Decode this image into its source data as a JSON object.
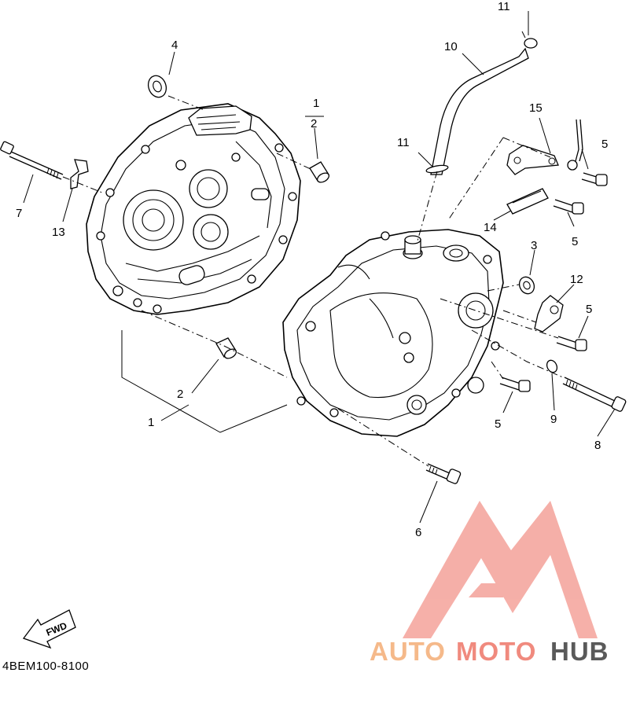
{
  "diagram": {
    "drawing_code": "4BEM100-8100",
    "fwd_label": "FWD",
    "callouts": {
      "c1a": "1",
      "c2a": "2",
      "c1b": "1",
      "c2b": "2",
      "c3": "3",
      "c4": "4",
      "c5a": "5",
      "c5b": "5",
      "c5c": "5",
      "c5d": "5",
      "c6": "6",
      "c7": "7",
      "c8": "8",
      "c9": "9",
      "c10": "10",
      "c11a": "11",
      "c11b": "11",
      "c12": "12",
      "c13": "13",
      "c14": "14",
      "c15": "15"
    }
  },
  "watermark": {
    "part1": "AUTO",
    "part2": "MOTO",
    "part3": "HUB",
    "colors": {
      "auto": "#f5b98a",
      "moto": "#f08a7e",
      "hub": "#5a5a5a",
      "logo": "#f4a29a"
    }
  }
}
